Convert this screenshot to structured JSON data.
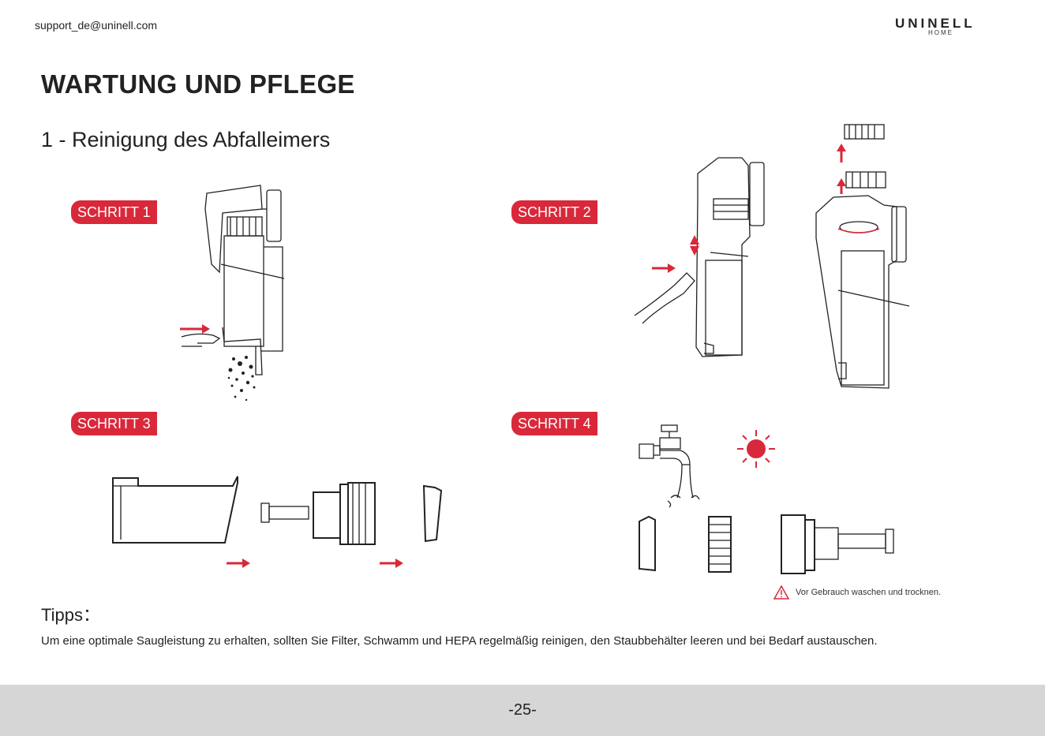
{
  "header": {
    "email": "support_de@uninell.com",
    "logo_main": "UNINELL",
    "logo_sub": "HOME"
  },
  "page": {
    "title": "WARTUNG UND PFLEGE",
    "section_title": "1 - Reinigung des Abfalleimers"
  },
  "steps": [
    {
      "label": "SCHRITT 1"
    },
    {
      "label": "SCHRITT 2"
    },
    {
      "label": "SCHRITT 3"
    },
    {
      "label": "SCHRITT 4"
    }
  ],
  "note": {
    "icon": "warning-icon",
    "text": "Vor Gebrauch waschen und trocknen."
  },
  "tips": {
    "heading": "Tipps：",
    "body": "Um eine optimale Saugleistung zu erhalten, sollten Sie Filter, Schwamm und HEPA regelmäßig reinigen, den Staubbehälter leeren und bei Bedarf austauschen."
  },
  "footer": {
    "page_number": "-25-"
  },
  "colors": {
    "accent": "#d9283a",
    "footer_bg": "#d6d6d6"
  }
}
